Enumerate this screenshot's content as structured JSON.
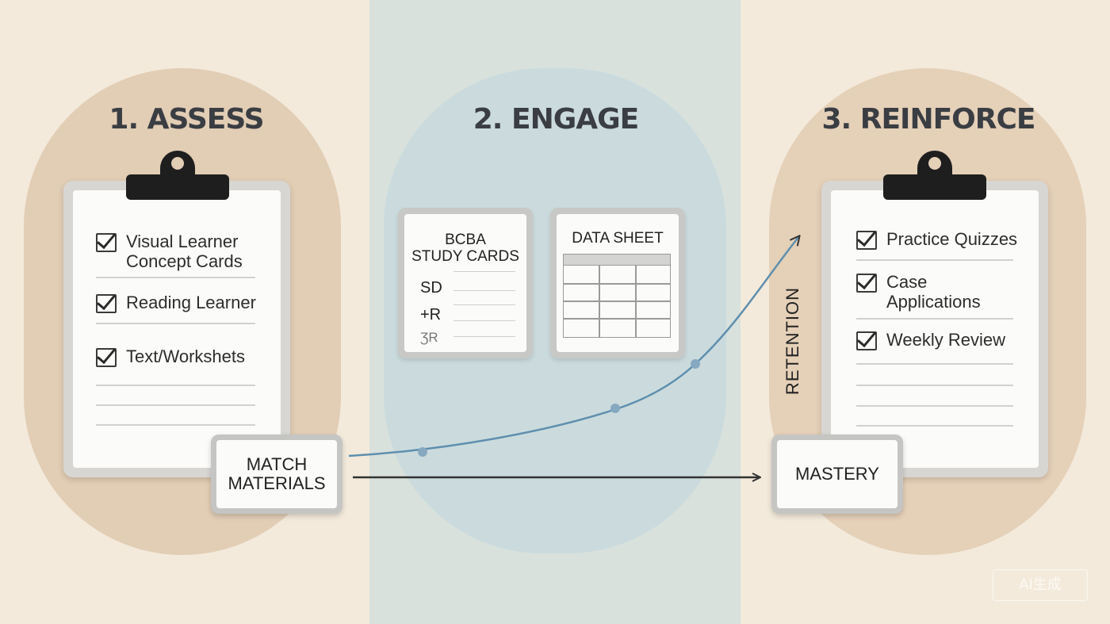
{
  "stages": [
    {
      "title": "1. ASSESS"
    },
    {
      "title": "2. ENGAGE"
    },
    {
      "title": "3. REINFORCE"
    }
  ],
  "assess_clipboard": {
    "items": [
      {
        "line1": "Visual Learner",
        "line2": "Concept Cards"
      },
      {
        "line1": "Reading Learner",
        "line2": ""
      },
      {
        "line1": "Text/Workshets",
        "line2": ""
      }
    ]
  },
  "study_cards": {
    "title_line1": "BCBA",
    "title_line2": "STUDY CARDS",
    "symbols": [
      "SD",
      "+R",
      "ƷR"
    ]
  },
  "data_sheet": {
    "title": "DATA SHEET"
  },
  "reinforce_clipboard": {
    "items": [
      {
        "line1": "Practice Quizzes",
        "line2": ""
      },
      {
        "line1": "Case",
        "line2": "Applications"
      },
      {
        "line1": "Weekly Review",
        "line2": ""
      }
    ]
  },
  "match_materials": {
    "line1": "MATCH",
    "line2": "MATERIALS"
  },
  "mastery": {
    "label": "MASTERY"
  },
  "retention_label": "RETENTION",
  "watermark": "AI生成",
  "colors": {
    "assess_bg": "#e2cdb5",
    "engage_bg": "#cbdbdd",
    "curve": "#5f8fae",
    "arrow": "#333333"
  }
}
